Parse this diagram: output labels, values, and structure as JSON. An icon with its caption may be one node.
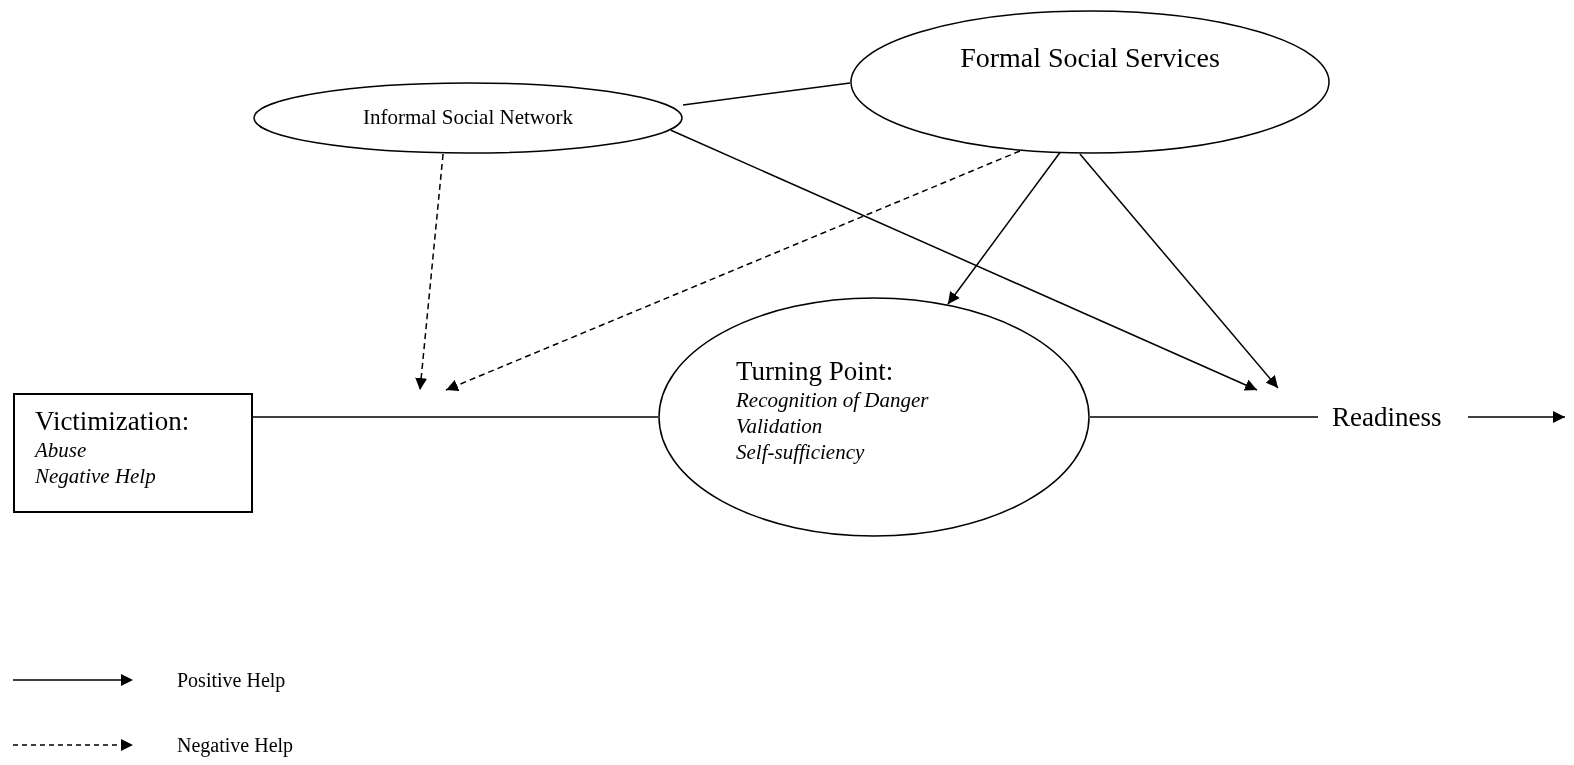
{
  "diagram": {
    "nodes": [
      {
        "text": [
          "Informal Social Network"
        ]
      },
      {
        "text": [
          "Formal Social Services"
        ]
      },
      {
        "text": [
          "Victimization:",
          "Abuse",
          "Negative Help"
        ]
      },
      {
        "text": [
          "Turning Point:",
          "Recognition of Danger",
          "Validation",
          "Self-sufficiency"
        ]
      },
      {
        "text": [
          "Readiness"
        ]
      }
    ],
    "edges": [
      {
        "from": 0,
        "to": 1,
        "arrow": "none"
      },
      {
        "from": 2,
        "to": 3,
        "arrow": "none"
      },
      {
        "from": 3,
        "to": 4,
        "arrow": "none"
      },
      {
        "from": 0,
        "to": null,
        "arrow": "to",
        "style": "dashed"
      },
      {
        "from": 1,
        "to": null,
        "arrow": "to",
        "style": "dashed"
      },
      {
        "from": 1,
        "to": 3,
        "arrow": "to"
      },
      {
        "from": 0,
        "to": null,
        "arrow": "to"
      },
      {
        "from": 1,
        "to": null,
        "arrow": "to"
      },
      {
        "from": 4,
        "to": null,
        "arrow": "to"
      }
    ],
    "legend": [
      {
        "text": "Positive Help"
      },
      {
        "text": "Negative Help"
      }
    ]
  }
}
